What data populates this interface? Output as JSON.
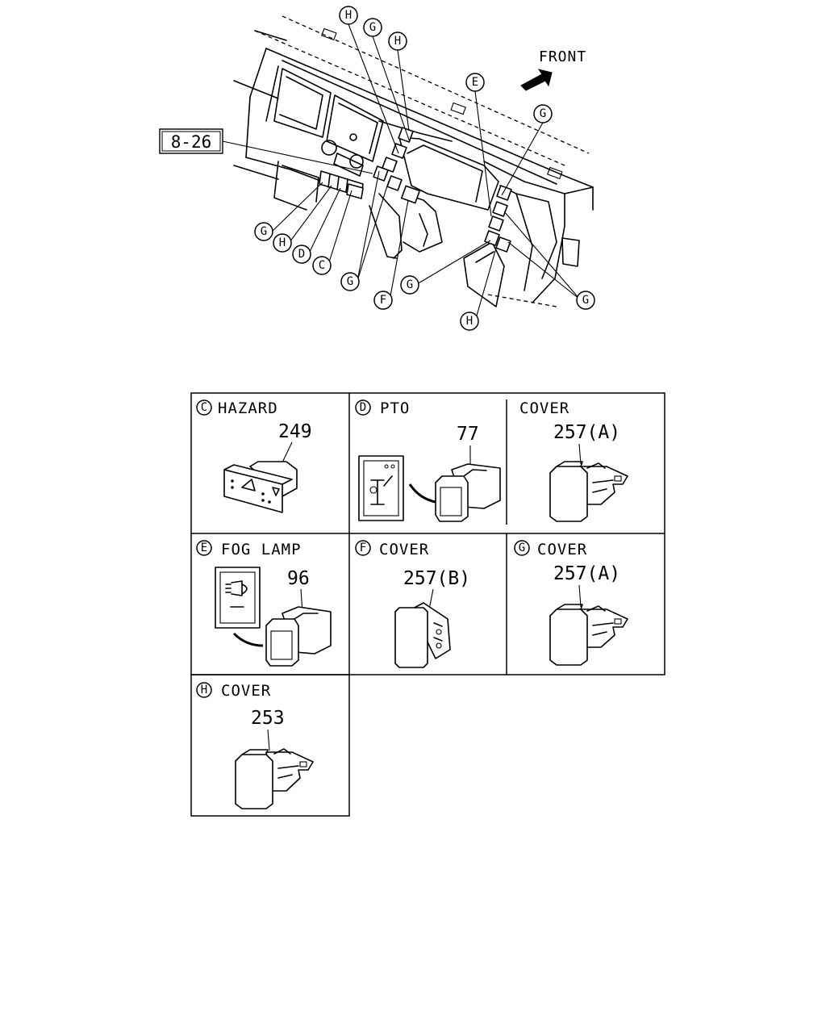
{
  "overview": {
    "direction_label": "FRONT",
    "ref_box_label": "8-26",
    "callouts": [
      "H",
      "G",
      "H",
      "E",
      "G",
      "G",
      "H",
      "D",
      "C",
      "G",
      "F",
      "G",
      "G",
      "H"
    ]
  },
  "panels": [
    {
      "letter": "C",
      "name": "HAZARD",
      "part_no": "249"
    },
    {
      "letter": "D",
      "name": "PTO",
      "part_no": "77"
    },
    {
      "letter": "",
      "name": "COVER",
      "part_no": "257(A)"
    },
    {
      "letter": "E",
      "name": "FOG LAMP",
      "part_no": "96"
    },
    {
      "letter": "F",
      "name": "COVER",
      "part_no": "257(B)"
    },
    {
      "letter": "G",
      "name": "COVER",
      "part_no": "257(A)"
    },
    {
      "letter": "H",
      "name": "COVER",
      "part_no": "253"
    }
  ]
}
